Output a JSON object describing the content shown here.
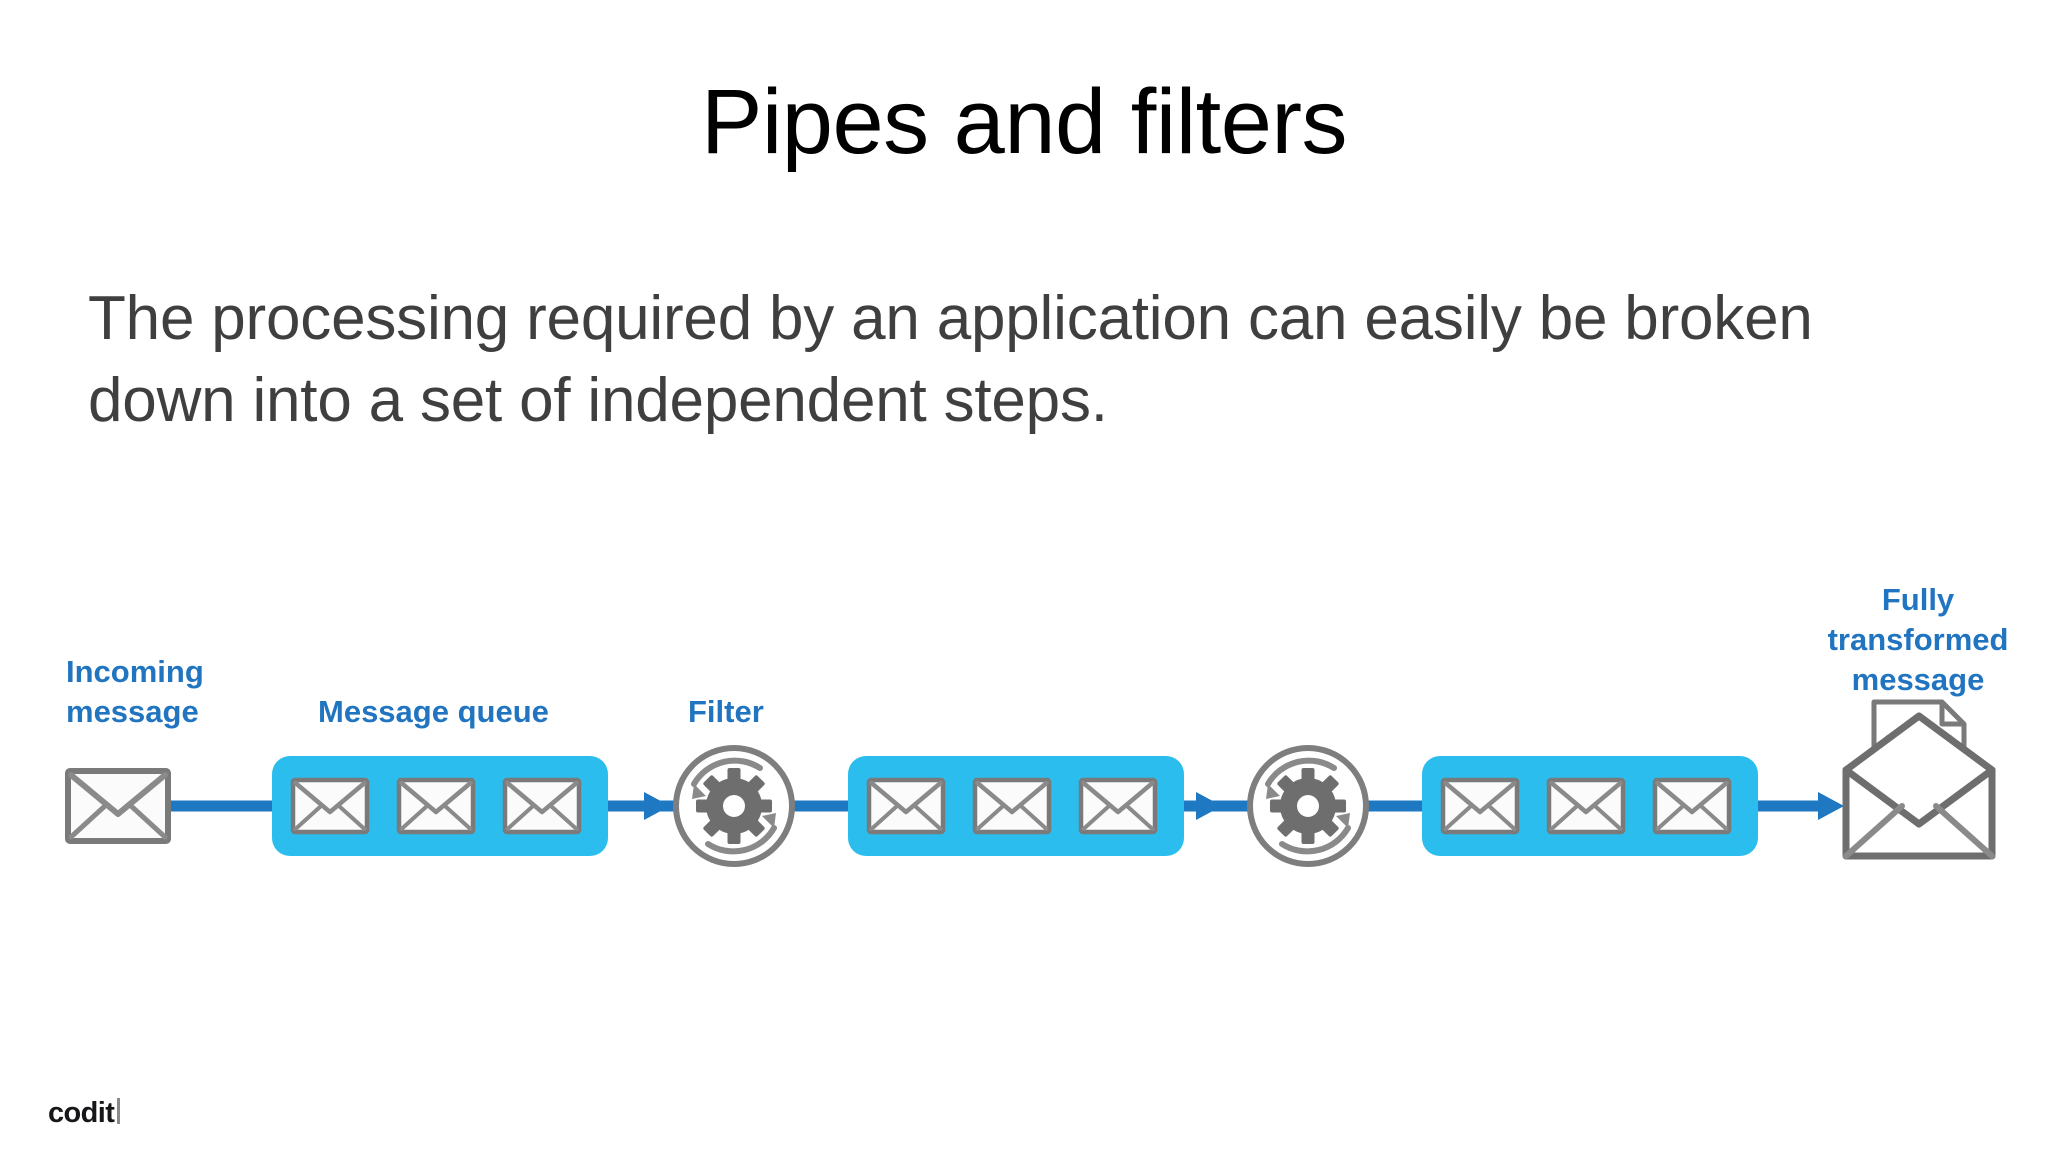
{
  "slide": {
    "title": "Pipes and filters",
    "body": "The processing required by an application can easily be broken down into a set of independent steps.",
    "background_color": "#FFFFFF",
    "title_color": "#000000",
    "body_color": "#3F3F3F"
  },
  "diagram": {
    "name": "pipes-and-filters-pipeline",
    "colors": {
      "queue_fill": "#2ABDEE",
      "arrow_blue": "#1E78C2",
      "label_blue": "#2175C0",
      "icon_gray": "#6E6E6E",
      "icon_gray_light": "#8C8C8C",
      "envelope_fill": "#FBFBFB"
    },
    "labels": [
      {
        "id": "incoming-message",
        "text": "Incoming\nmessage",
        "lines": [
          "Incoming",
          "message"
        ]
      },
      {
        "id": "message-queue",
        "text": "Message queue",
        "lines": [
          "Message queue"
        ]
      },
      {
        "id": "filter",
        "text": "Filter",
        "lines": [
          "Filter"
        ]
      },
      {
        "id": "fully-transformed-message",
        "text": "Fully transformed message",
        "lines": [
          "Fully",
          "transformed",
          "message"
        ]
      }
    ],
    "stages": [
      {
        "type": "envelope",
        "name": "incoming-message-envelope",
        "count": 1
      },
      {
        "type": "queue",
        "name": "message-queue-1",
        "envelope_count": 3
      },
      {
        "type": "filter",
        "name": "filter-gear-1"
      },
      {
        "type": "queue",
        "name": "message-queue-2",
        "envelope_count": 3
      },
      {
        "type": "filter",
        "name": "filter-gear-2"
      },
      {
        "type": "queue",
        "name": "message-queue-3",
        "envelope_count": 3
      },
      {
        "type": "open-envelope",
        "name": "fully-transformed-message-envelope"
      }
    ],
    "arrow_count": 4
  },
  "footer": {
    "logo_word": "codit"
  }
}
